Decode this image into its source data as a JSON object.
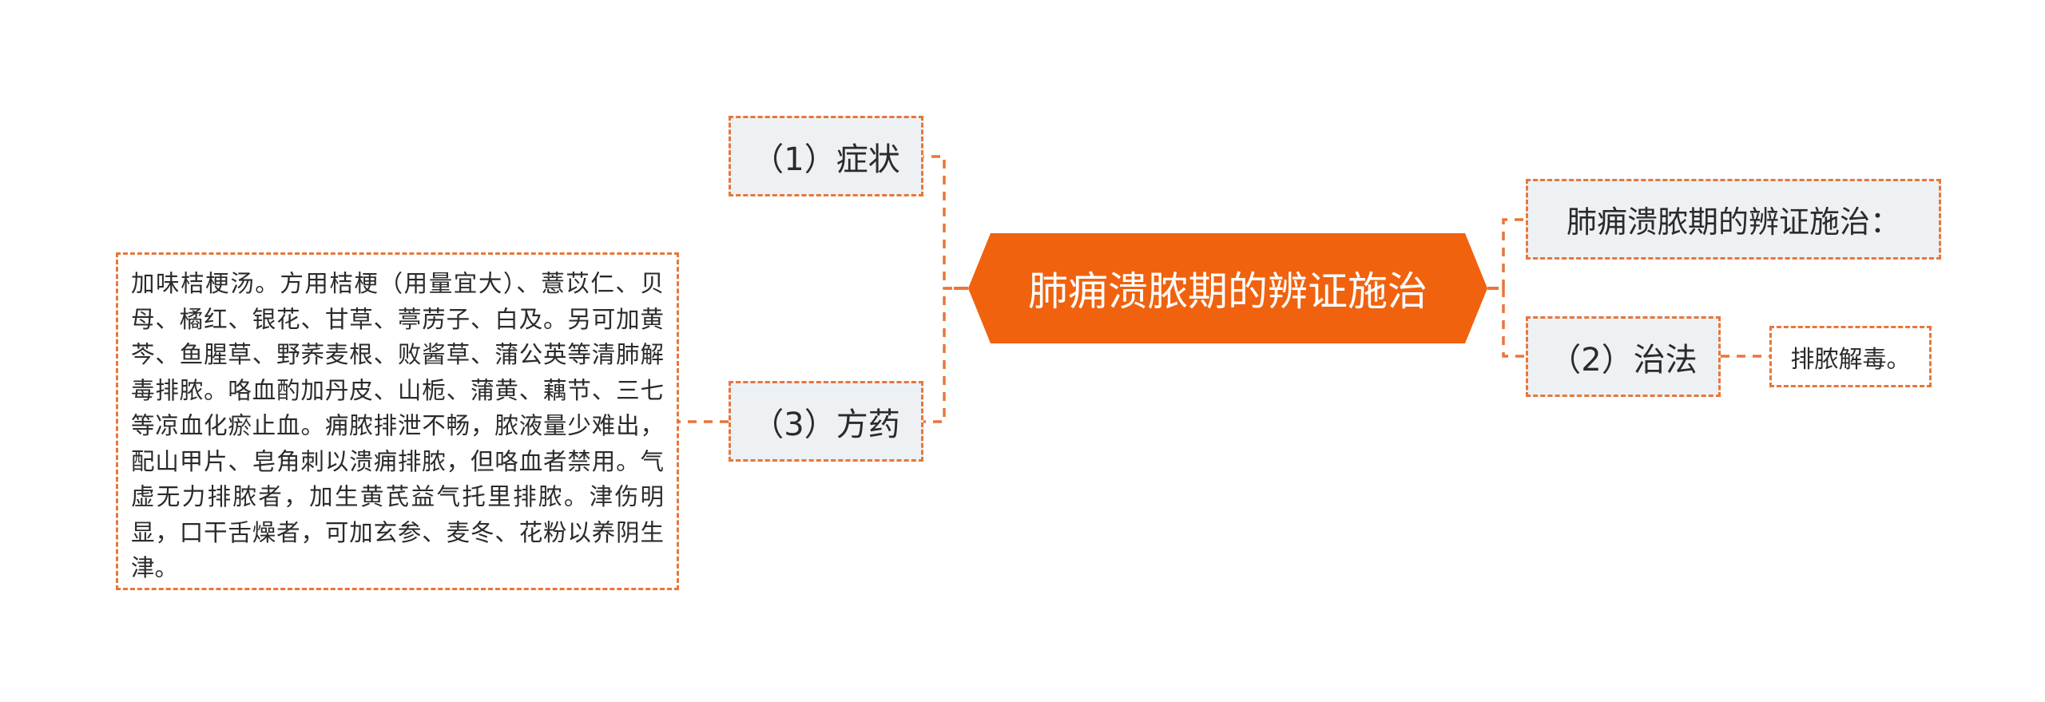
{
  "root": {
    "title": "肺痈溃脓期的辨证施治"
  },
  "left": {
    "symptoms": "（1）症状",
    "prescription": "（3）方药",
    "prescription_detail": "加味桔梗汤。方用桔梗（用量宜大）、薏苡仁、贝母、橘红、银花、甘草、葶苈子、白及。另可加黄芩、鱼腥草、野荞麦根、败酱草、蒲公英等清肺解毒排脓。咯血酌加丹皮、山栀、蒲黄、藕节、三七等凉血化瘀止血。痈脓排泄不畅，脓液量少难出，配山甲片、皂角刺以溃痈排脓，但咯血者禁用。气虚无力排脓者，加生黄芪益气托里排脓。津伤明显，口干舌燥者，可加玄参、麦冬、花粉以养阴生津。"
  },
  "right": {
    "heading": "肺痈溃脓期的辨证施治：",
    "treatment": "（2）治法",
    "treatment_detail": "排脓解毒。"
  },
  "colors": {
    "accent": "#e8763a",
    "root_fill": "#f0620e",
    "node_fill": "#eef1f4",
    "text": "#2b2b2b"
  }
}
